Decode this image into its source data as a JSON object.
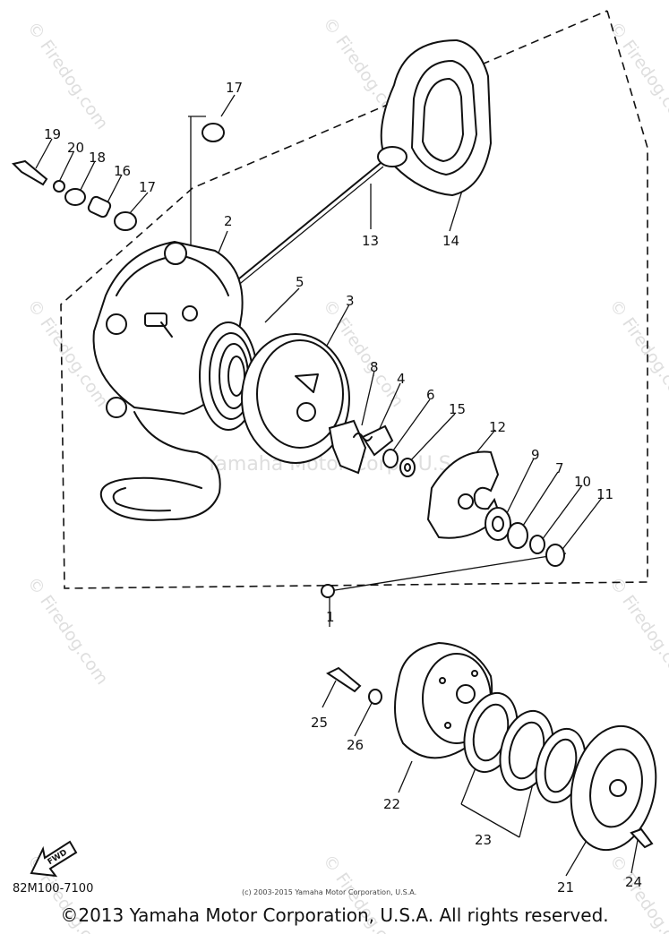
{
  "diagram": {
    "callouts": [
      "1",
      "2",
      "3",
      "4",
      "5",
      "6",
      "7",
      "8",
      "9",
      "10",
      "11",
      "12",
      "13",
      "14",
      "15",
      "16",
      "17",
      "17",
      "18",
      "19",
      "20",
      "21",
      "22",
      "23",
      "24",
      "25",
      "26"
    ],
    "fwd_arrow_label": "FWD",
    "model_code": "82M100-7100",
    "inner_copyright": "(c) 2003-2015 Yamaha Motor Corporation, U.S.A.",
    "watermark_text": "© Firedog.com",
    "watermark_brand": "Yamaha Motor Corp., U.S.A."
  },
  "footer": {
    "copyright": "©2013 Yamaha Motor Corporation, U.S.A. All rights reserved."
  }
}
